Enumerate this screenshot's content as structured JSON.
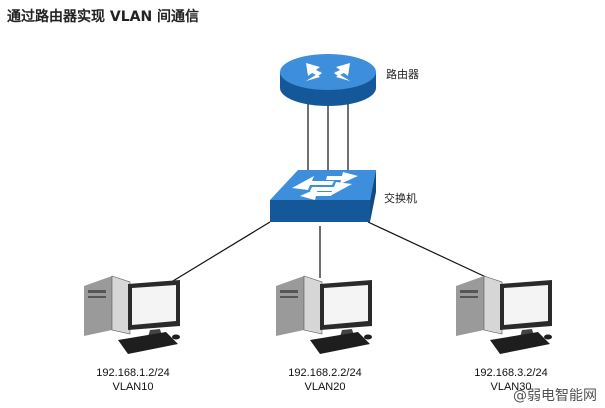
{
  "title": "通过路由器实现 VLAN 间通信",
  "router": {
    "label": "路由器",
    "icon": "router-icon"
  },
  "switch": {
    "label": "交换机",
    "icon": "switch-icon"
  },
  "hosts": [
    {
      "ip": "192.168.1.2/24",
      "vlan": "VLAN10",
      "icon": "computer-icon"
    },
    {
      "ip": "192.168.2.2/24",
      "vlan": "VLAN20",
      "icon": "computer-icon"
    },
    {
      "ip": "192.168.3.2/24",
      "vlan": "VLAN30",
      "icon": "computer-icon"
    }
  ],
  "watermark": "@弱电智能网",
  "colors": {
    "device_blue": "#1f6fbf",
    "device_top": "#3d8fdc",
    "line": "#000000"
  }
}
